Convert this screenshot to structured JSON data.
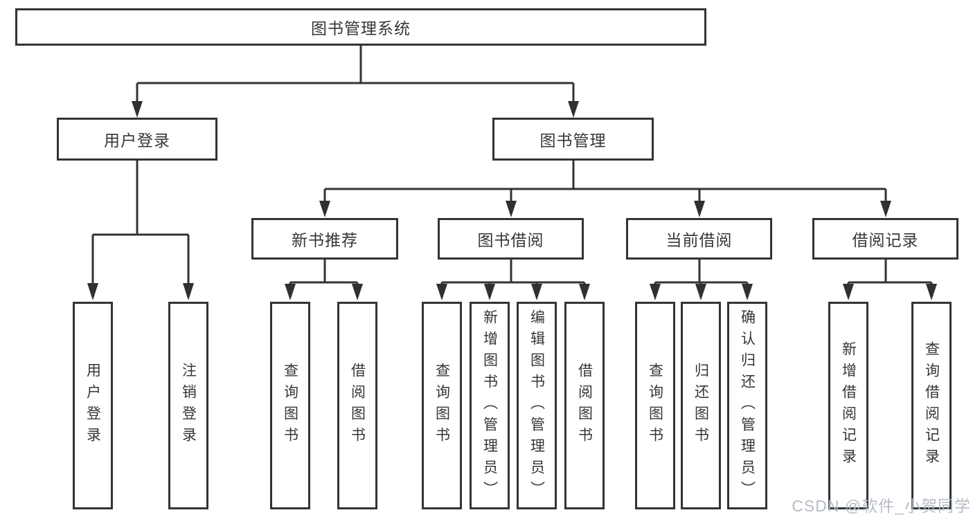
{
  "tree": {
    "root": {
      "label": "图书管理系统",
      "children": [
        {
          "label": "用户登录",
          "children": [
            {
              "label": "用户登录"
            },
            {
              "label": "注销登录"
            }
          ]
        },
        {
          "label": "图书管理",
          "children": [
            {
              "label": "新书推荐",
              "children": [
                {
                  "label": "查询图书"
                },
                {
                  "label": "借阅图书"
                }
              ]
            },
            {
              "label": "图书借阅",
              "children": [
                {
                  "label": "查询图书"
                },
                {
                  "label": "新增图书（管理员）"
                },
                {
                  "label": "编辑图书（管理员）"
                },
                {
                  "label": "借阅图书"
                }
              ]
            },
            {
              "label": "当前借阅",
              "children": [
                {
                  "label": "查询图书"
                },
                {
                  "label": "归还图书"
                },
                {
                  "label": "确认归还（管理员）"
                }
              ]
            },
            {
              "label": "借阅记录",
              "children": [
                {
                  "label": "新增借阅记录"
                },
                {
                  "label": "查询借阅记录"
                }
              ]
            }
          ]
        }
      ]
    }
  },
  "watermark": "CSDN @软件_小贺同学",
  "colors": {
    "line": "#313335",
    "text": "#35363a",
    "watermark": "#b2b8c3",
    "background": "#ffffff"
  }
}
